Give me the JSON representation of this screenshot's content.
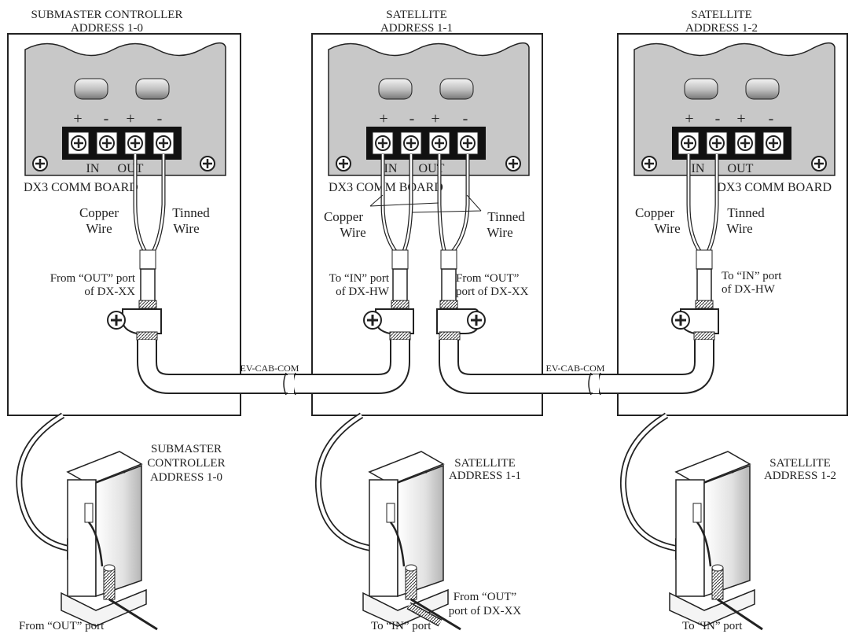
{
  "panels": [
    {
      "title_line1": "SUBMASTER CONTROLLER",
      "title_line2": "ADDRESS 1-0",
      "board_label": "DX3 COMM BOARD",
      "in_label": "IN",
      "out_label": "OUT",
      "left_wire_label": [
        "Copper",
        "Wire"
      ],
      "right_wire_label": [
        "Tinned",
        "Wire"
      ],
      "port_note": [
        "From “OUT” port",
        "of DX-XX"
      ]
    },
    {
      "title_line1": "SATELLITE",
      "title_line2": "ADDRESS 1-1",
      "board_label": "DX3 COMM BOARD",
      "in_label": "IN",
      "out_label": "OUT",
      "left_wire_label": [
        "Copper",
        "Wire"
      ],
      "right_wire_label": [
        "Tinned",
        "Wire"
      ],
      "port_note_in": [
        "To “IN” port",
        "of DX-HW"
      ],
      "port_note_out": [
        "From “OUT”",
        "port of DX-XX"
      ]
    },
    {
      "title_line1": "SATELLITE",
      "title_line2": "ADDRESS 1-2",
      "board_label": "DX3 COMM BOARD",
      "in_label": "IN",
      "out_label": "OUT",
      "left_wire_label": [
        "Copper",
        "Wire"
      ],
      "right_wire_label": [
        "Tinned",
        "Wire"
      ],
      "port_note": [
        "To “IN” port",
        "of DX-HW"
      ]
    }
  ],
  "terminal_signs": [
    "+",
    "-",
    "+",
    "-"
  ],
  "cable_label": "EV-CAB-COM",
  "units": [
    {
      "title": [
        "SUBMASTER",
        "CONTROLLER",
        "ADDRESS 1-0"
      ],
      "bottom_note": [
        "From “OUT” port"
      ]
    },
    {
      "title": [
        "SATELLITE",
        "ADDRESS 1-1"
      ],
      "bottom_note": [
        "To “IN” port"
      ],
      "side_note": [
        "From “OUT”",
        "port of DX-XX"
      ]
    },
    {
      "title": [
        "SATELLITE",
        "ADDRESS 1-2"
      ],
      "bottom_note": [
        "To “IN” port"
      ]
    }
  ],
  "colors": {
    "line": "#222222",
    "board": "#c8c8c8",
    "terminal_block": "#111111",
    "fill": "#ffffff",
    "shade": "#9a9a9a"
  }
}
